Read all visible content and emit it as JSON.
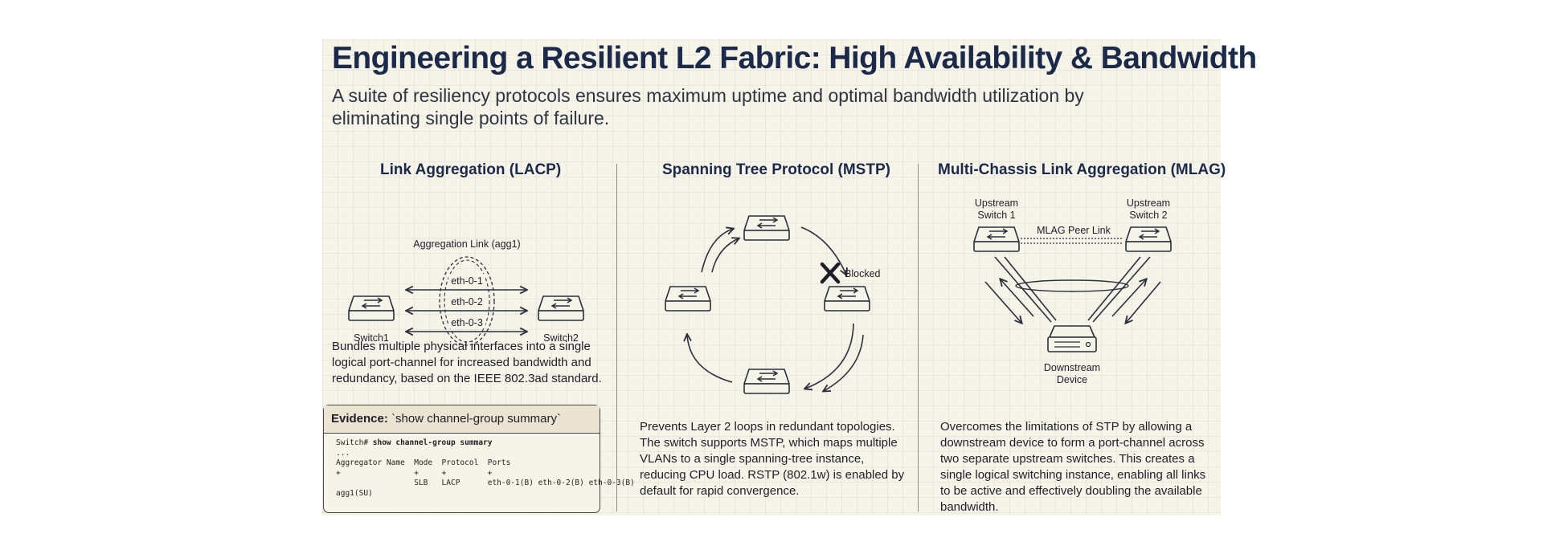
{
  "title": "Engineering a Resilient L2 Fabric: High Availability & Bandwidth",
  "subtitle": "A suite of resiliency protocols ensures maximum uptime and optimal bandwidth utilization by eliminating single points of failure.",
  "lacp": {
    "heading": "Link Aggregation (LACP)",
    "agg_label": "Aggregation Link (agg1)",
    "links": [
      "eth-0-1",
      "eth-0-2",
      "eth-0-3"
    ],
    "switch1": "Switch1",
    "switch2": "Switch2",
    "description": "Bundles multiple physical interfaces into a single logical port-channel for increased bandwidth and redundancy, based on the IEEE 802.3ad standard.",
    "evidence": {
      "label": "Evidence:",
      "command_title": "`show channel-group summary`",
      "prompt": "Switch# ",
      "command": "show channel-group summary",
      "lines": [
        "...",
        "Aggregator Name  Mode  Protocol  Ports",
        "+                +     +         +",
        "                 SLB   LACP      eth-0-1(B) eth-0-2(B) eth-0-3(B)",
        "agg1(SU)"
      ]
    }
  },
  "mstp": {
    "heading": "Spanning Tree Protocol (MSTP)",
    "blocked_label": "Blocked",
    "description": "Prevents Layer 2 loops in redundant topologies. The switch supports MSTP, which maps multiple VLANs to a single spanning-tree instance, reducing CPU load. RSTP (802.1w) is enabled by default for rapid convergence."
  },
  "mlag": {
    "heading": "Multi-Chassis Link Aggregation (MLAG)",
    "upstream1": [
      "Upstream",
      "Switch 1"
    ],
    "upstream2": [
      "Upstream",
      "Switch 2"
    ],
    "peer_link": "MLAG Peer Link",
    "downstream": [
      "Downstream",
      "Device"
    ],
    "description": "Overcomes the limitations of STP by allowing a downstream device to form a port-channel across two separate upstream switches. This creates a single logical switching instance, enabling all links to be active and effectively doubling the available bandwidth."
  },
  "colors": {
    "accent": "#1c2a4a",
    "line": "#2a2f3a",
    "background": "#f6f3e9"
  }
}
